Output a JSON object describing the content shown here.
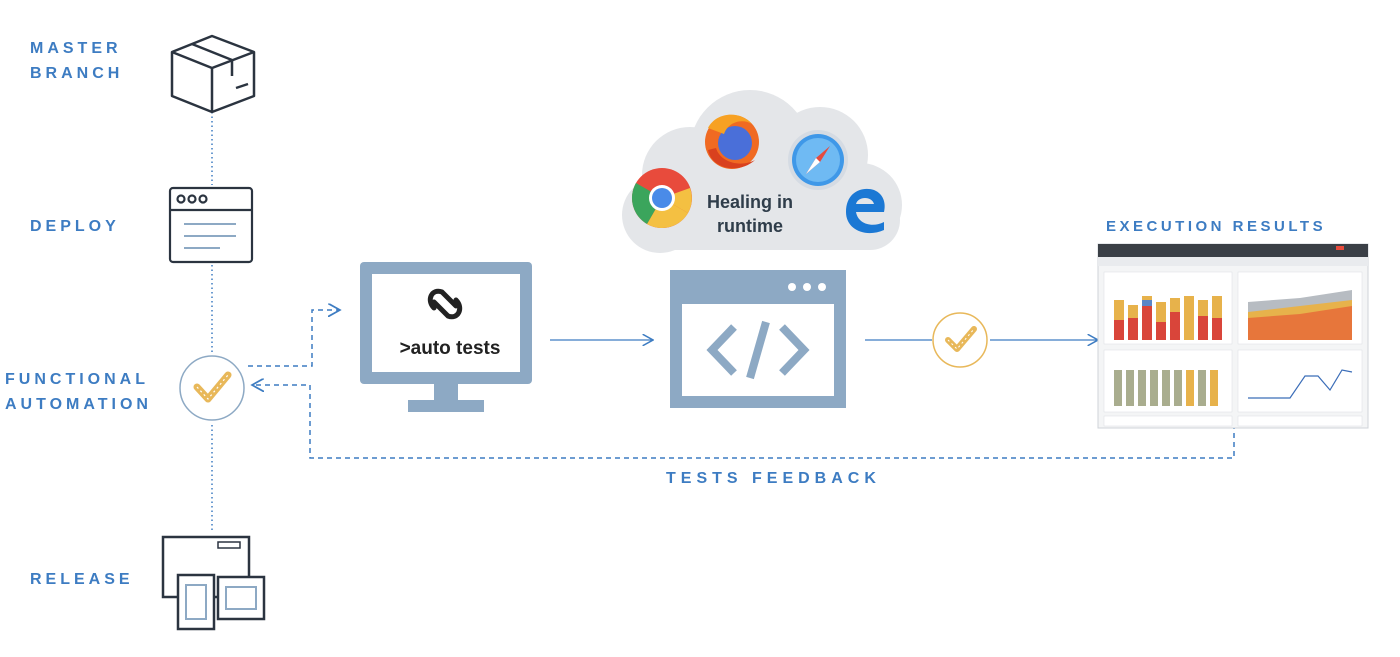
{
  "stages": {
    "master_branch": [
      "MASTER",
      "BRANCH"
    ],
    "deploy": [
      "DEPLOY"
    ],
    "functional_automation": [
      "FUNCTIONAL",
      "AUTOMATION"
    ],
    "release": [
      "RELEASE"
    ]
  },
  "cloud": {
    "lines": [
      "Healing in",
      "runtime"
    ]
  },
  "monitor": {
    "label": ">auto tests"
  },
  "execution_results": {
    "title": "EXECUTION RESULTS"
  },
  "feedback": {
    "label": "TESTS FEEDBACK"
  },
  "colors": {
    "accent_blue": "#3d7cc2",
    "steel": "#8da9c4",
    "dark_outline": "#2b3440",
    "check_gold": "#e8b85a"
  },
  "icons": [
    "box-icon",
    "browser-window-icon",
    "check-circle-icon",
    "devices-icon",
    "chrome-icon",
    "firefox-icon",
    "safari-icon",
    "edge-icon",
    "code-window-icon"
  ]
}
